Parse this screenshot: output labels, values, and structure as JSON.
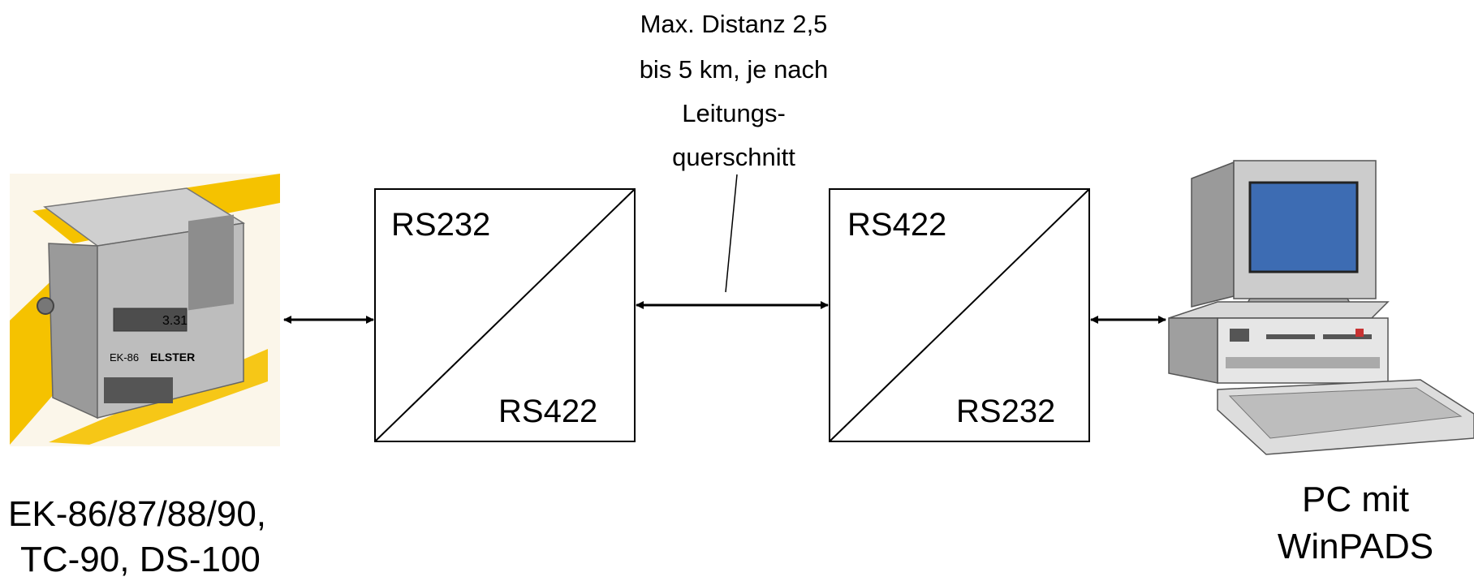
{
  "note": {
    "line1": "Max. Distanz 2,5",
    "line2": "bis 5 km, je nach",
    "line3": "Leitungs-",
    "line4": "querschnitt"
  },
  "converter_left": {
    "top_label": "RS232",
    "bottom_label": "RS422"
  },
  "converter_right": {
    "top_label": "RS422",
    "bottom_label": "RS232"
  },
  "device_left": {
    "icon": "volume-corrector-device-icon",
    "caption_line1": "EK-86/87/88/90,",
    "caption_line2": "TC-90, DS-100",
    "panel_text_model": "EK-86",
    "panel_text_brand": "ELSTER",
    "display_value": "3.31"
  },
  "device_right": {
    "icon": "desktop-pc-icon",
    "caption_line1": "PC mit",
    "caption_line2": "WinPADS"
  },
  "colors": {
    "device_backdrop": "#f5c200",
    "screen": "#3d6cb3",
    "line": "#000000"
  }
}
